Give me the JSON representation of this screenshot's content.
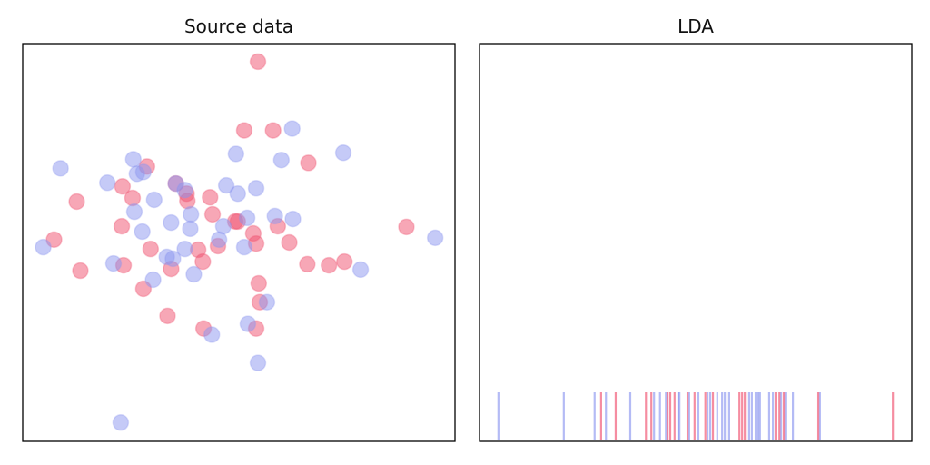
{
  "chart_data": [
    {
      "type": "scatter",
      "title": "Source data",
      "xlim": [
        -6,
        6
      ],
      "ylim": [
        -5.5,
        5.5
      ],
      "grid": false,
      "axes_ticks": false,
      "colors": {
        "class_a": "#f0506e",
        "class_b": "#8c96f0"
      },
      "series": [
        {
          "class": "class_a",
          "points": [
            [
              0.53,
              5.0
            ],
            [
              0.15,
              3.1
            ],
            [
              0.95,
              3.1
            ],
            [
              1.93,
              2.2
            ],
            [
              -2.55,
              2.1
            ],
            [
              -1.75,
              1.63
            ],
            [
              -4.5,
              1.13
            ],
            [
              -3.23,
              1.55
            ],
            [
              -2.95,
              1.23
            ],
            [
              -1.45,
              1.35
            ],
            [
              -0.8,
              1.25
            ],
            [
              -1.43,
              1.15
            ],
            [
              -3.25,
              0.45
            ],
            [
              -0.73,
              0.78
            ],
            [
              -0.1,
              0.58
            ],
            [
              -0.03,
              0.58
            ],
            [
              1.08,
              0.45
            ],
            [
              0.4,
              0.25
            ],
            [
              0.48,
              -0.03
            ],
            [
              1.4,
              0
            ],
            [
              -2.45,
              -0.18
            ],
            [
              -1.13,
              -0.2
            ],
            [
              -0.58,
              -0.1
            ],
            [
              -5.13,
              0.08
            ],
            [
              -4.4,
              -0.78
            ],
            [
              -3.2,
              -0.63
            ],
            [
              -1.88,
              -0.73
            ],
            [
              -1.0,
              -0.53
            ],
            [
              1.9,
              -0.6
            ],
            [
              2.5,
              -0.63
            ],
            [
              2.93,
              -0.53
            ],
            [
              4.65,
              0.43
            ],
            [
              -2.65,
              -1.28
            ],
            [
              0.55,
              -1.13
            ],
            [
              0.58,
              -1.65
            ],
            [
              -1.98,
              -2.03
            ],
            [
              -0.98,
              -2.38
            ],
            [
              0.48,
              -2.38
            ]
          ]
        },
        {
          "class": "class_b",
          "points": [
            [
              1.48,
              3.15
            ],
            [
              -0.08,
              2.45
            ],
            [
              2.9,
              2.48
            ],
            [
              1.18,
              2.28
            ],
            [
              -4.95,
              2.05
            ],
            [
              -2.93,
              2.3
            ],
            [
              -2.83,
              1.9
            ],
            [
              -2.65,
              1.95
            ],
            [
              -3.65,
              1.65
            ],
            [
              -1.75,
              1.63
            ],
            [
              -1.5,
              1.45
            ],
            [
              -0.35,
              1.58
            ],
            [
              0.48,
              1.5
            ],
            [
              -0.03,
              1.35
            ],
            [
              -2.35,
              1.18
            ],
            [
              -2.9,
              0.85
            ],
            [
              -1.33,
              0.78
            ],
            [
              -1.88,
              0.55
            ],
            [
              0.23,
              0.68
            ],
            [
              1.0,
              0.73
            ],
            [
              1.5,
              0.65
            ],
            [
              -2.68,
              0.3
            ],
            [
              -1.35,
              0.38
            ],
            [
              -0.43,
              0.45
            ],
            [
              -0.55,
              0.08
            ],
            [
              0.15,
              -0.13
            ],
            [
              -5.43,
              -0.13
            ],
            [
              -1.5,
              -0.18
            ],
            [
              -3.48,
              -0.58
            ],
            [
              -2.0,
              -0.4
            ],
            [
              -1.83,
              -0.45
            ],
            [
              -1.25,
              -0.88
            ],
            [
              -2.38,
              -1.03
            ],
            [
              3.38,
              -0.75
            ],
            [
              5.45,
              0.13
            ],
            [
              0.78,
              -1.65
            ],
            [
              0.25,
              -2.25
            ],
            [
              -0.75,
              -2.55
            ],
            [
              0.53,
              -3.33
            ],
            [
              -3.28,
              -4.98
            ]
          ]
        }
      ]
    },
    {
      "type": "rug",
      "title": "LDA",
      "xlim": [
        -4,
        4
      ],
      "grid": false,
      "axes_ticks": false,
      "colors": {
        "class_a": "#f0506e",
        "class_b": "#8c96f0"
      },
      "series": [
        {
          "class": "class_b",
          "values": [
            -3.65,
            -2.44,
            -1.87,
            -1.66,
            -1.21,
            -0.77,
            -0.66,
            -0.55,
            -0.32,
            -0.3,
            -0.12,
            0.05,
            0.22,
            0.27,
            0.4,
            0.49,
            0.54,
            0.62,
            0.99,
            1.04,
            1.11,
            1.16,
            1.19,
            1.36,
            1.43,
            1.58,
            1.66,
            1.8,
            2.3
          ]
        },
        {
          "class": "class_a",
          "values": [
            -1.75,
            -1.48,
            -0.92,
            -0.82,
            -0.52,
            -0.47,
            -0.39,
            -0.15,
            -0.02,
            0.18,
            0.32,
            0.81,
            0.86,
            0.91,
            1.48,
            1.55,
            1.63,
            2.27,
            3.65
          ]
        }
      ]
    }
  ]
}
